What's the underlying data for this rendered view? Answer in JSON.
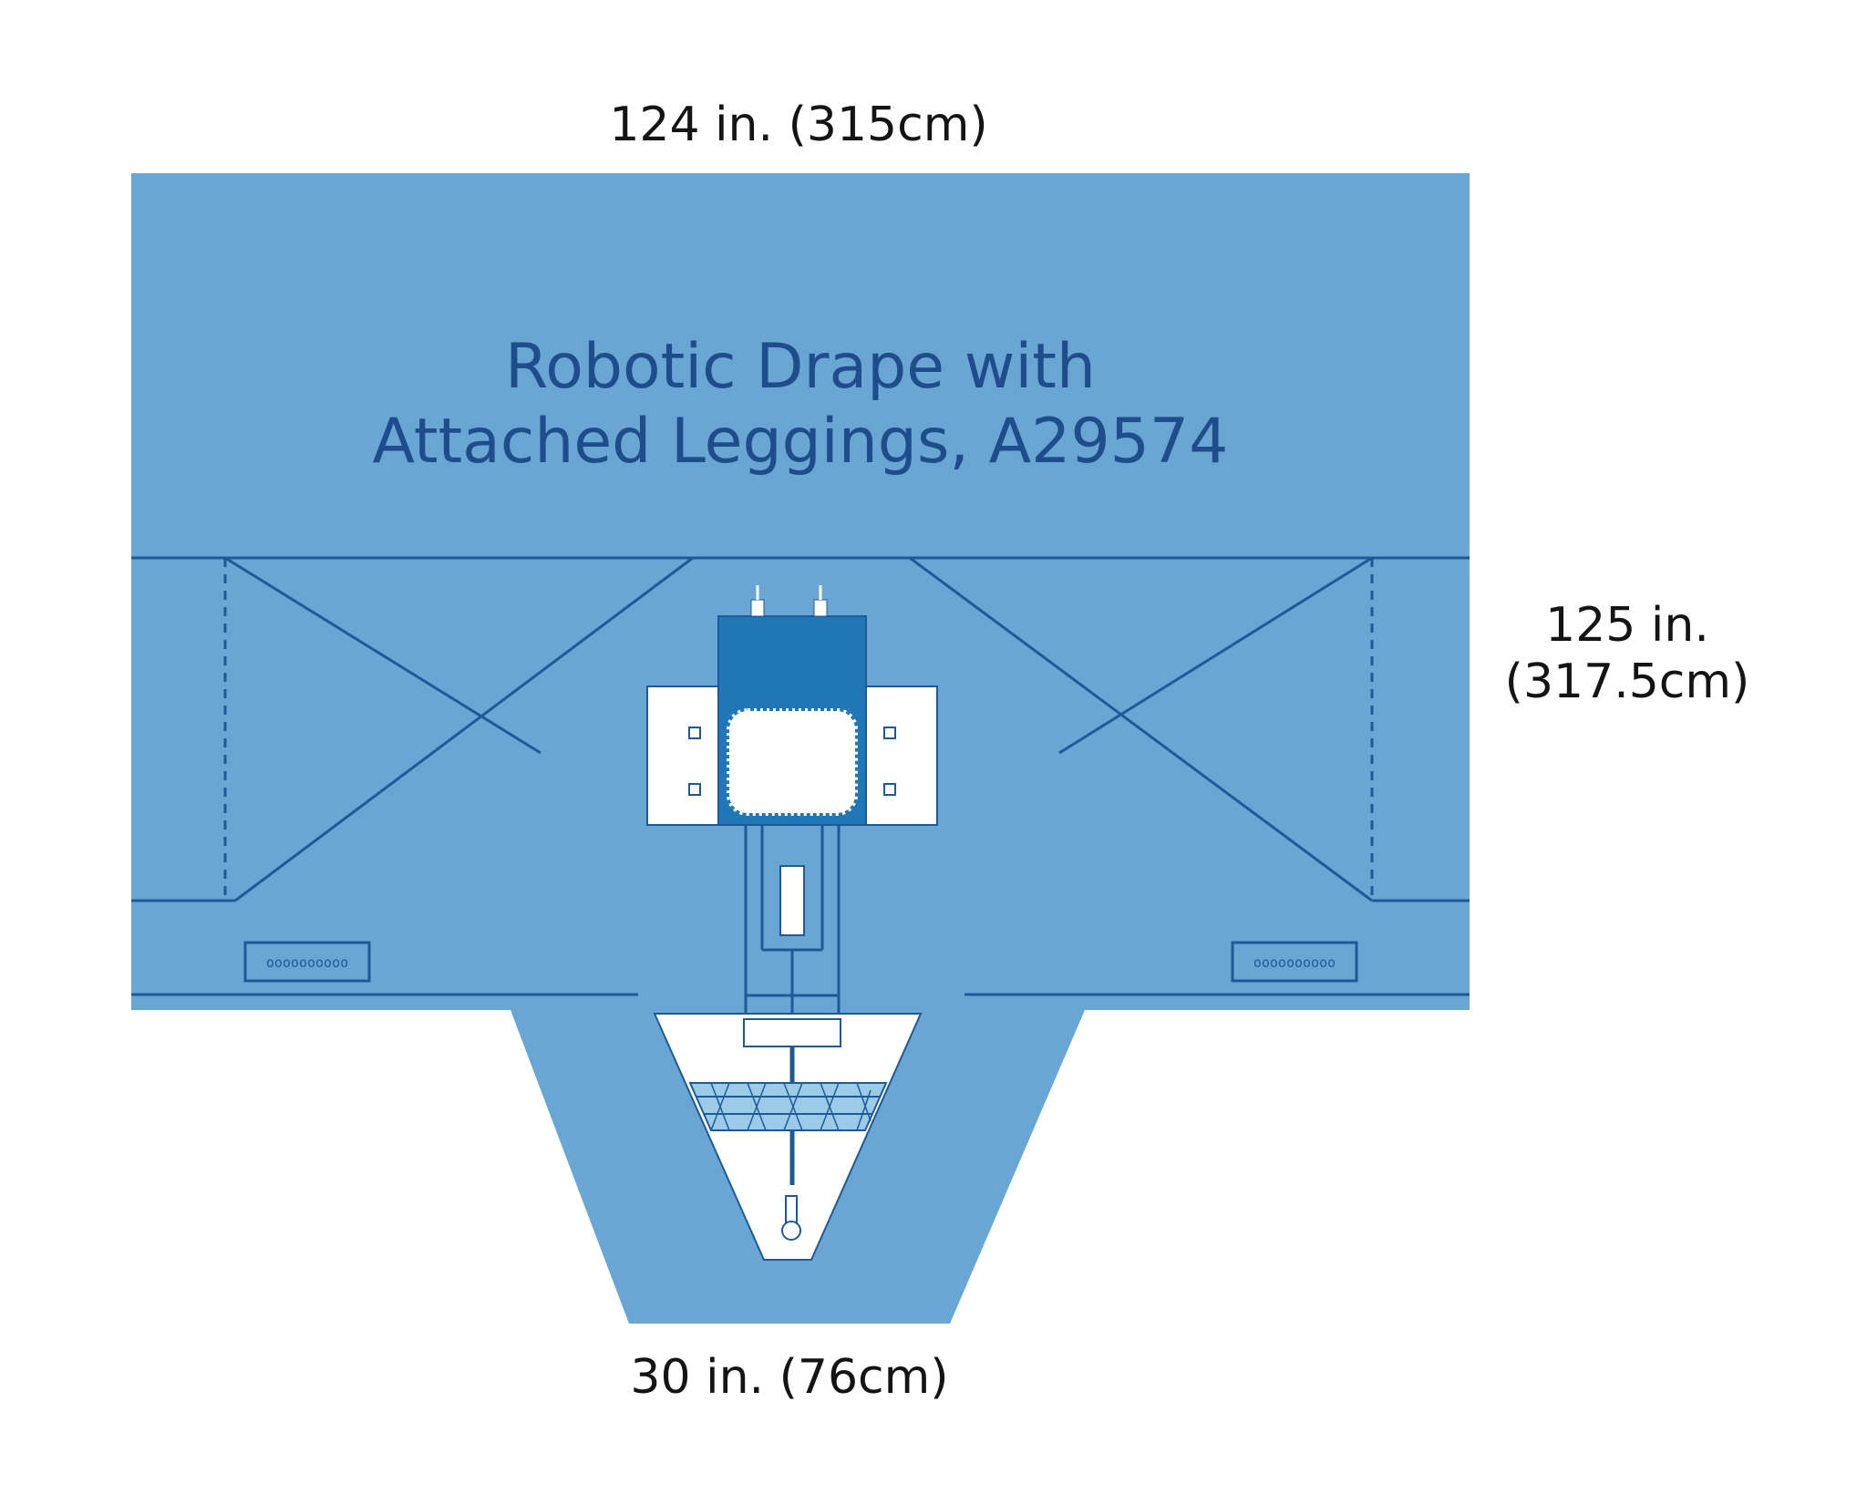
{
  "title": {
    "line1": "Robotic Drape with",
    "line2": "Attached Leggings, A29574"
  },
  "dimensions": {
    "width": "124 in. (315cm)",
    "length_line1": "125 in.",
    "length_line2": "(317.5cm)",
    "bottom_width": "30 in. (76cm)"
  },
  "colors": {
    "drape": "#69a6d3",
    "drape_line": "#1f5a96",
    "panel_dark": "#2177b6",
    "panel_white": "#ffffff",
    "title_text": "#1f4c8a",
    "label_text": "#141414"
  }
}
